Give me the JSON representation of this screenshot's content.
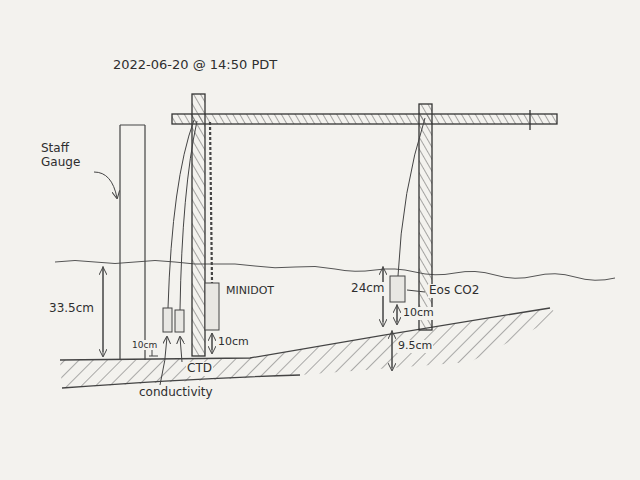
{
  "diagram": {
    "title": "2022-06-20 @ 14:50 PDT",
    "labels": [
      "Staff Gauge",
      "33.5cm",
      "10cm",
      "CTD",
      "conductivity",
      "MINIDOT",
      "10cm",
      "24cm",
      "Eos CO2",
      "10cm",
      "9.5cm"
    ]
  }
}
